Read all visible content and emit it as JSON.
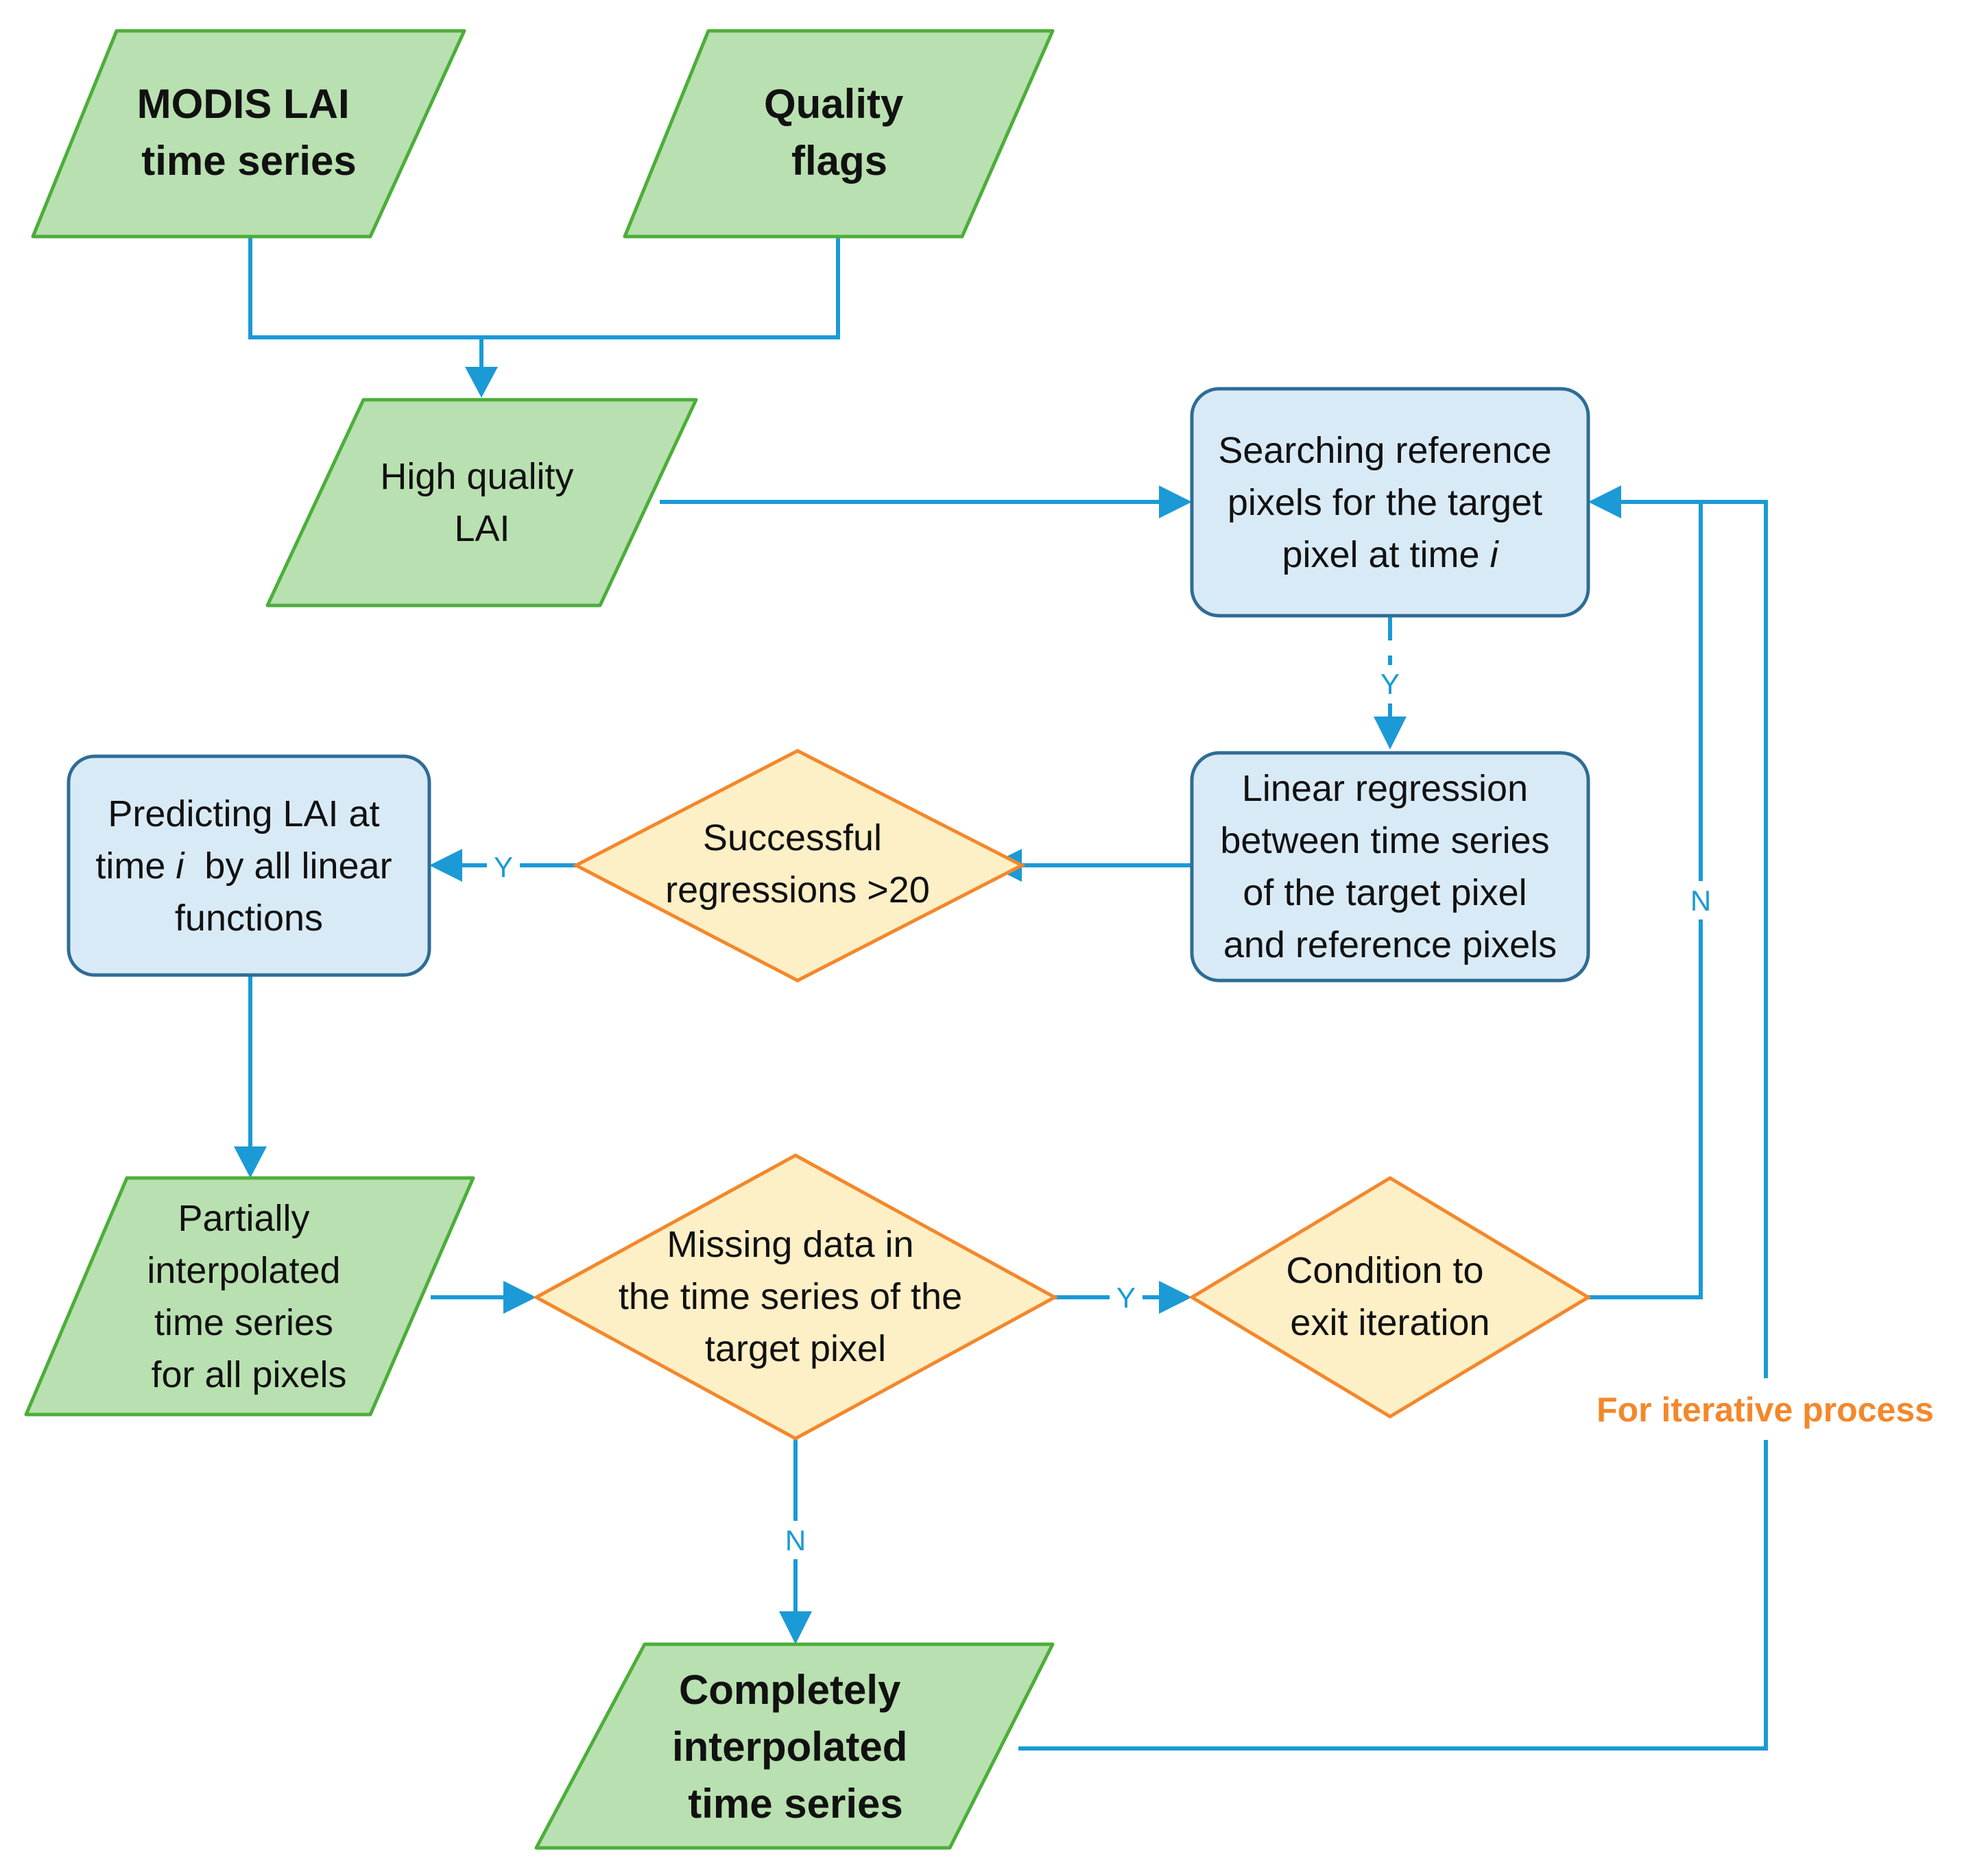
{
  "nodes": {
    "modis": {
      "lines": [
        {
          "t": "MODIS LAI"
        },
        {
          "t": "time series"
        }
      ]
    },
    "flags": {
      "lines": [
        {
          "t": "Quality"
        },
        {
          "t": "flags"
        }
      ]
    },
    "hq": {
      "lines": [
        {
          "t": "High quality"
        },
        {
          "t": "LAI"
        }
      ]
    },
    "search": {
      "lines": [
        {
          "t": "Searching reference"
        },
        {
          "t": "pixels for the target"
        },
        {
          "t": "pixel at time ",
          "it": "i"
        }
      ]
    },
    "linreg": {
      "lines": [
        {
          "t": "Linear regression"
        },
        {
          "t": "between time series"
        },
        {
          "t": "of the target pixel"
        },
        {
          "t": "and reference pixels"
        }
      ]
    },
    "success": {
      "lines": [
        {
          "t": "Successful"
        },
        {
          "t": "regressions >20"
        }
      ]
    },
    "predict": {
      "lines": [
        {
          "t": "Predicting LAI at"
        },
        {
          "t": "time ",
          "it": "i",
          "after": "  by all linear"
        },
        {
          "t": "functions"
        }
      ]
    },
    "partial": {
      "lines": [
        {
          "t": "Partially"
        },
        {
          "t": "interpolated"
        },
        {
          "t": "time series"
        },
        {
          "t": "for all pixels"
        }
      ]
    },
    "missing": {
      "lines": [
        {
          "t": "Missing data in"
        },
        {
          "t": "the time series of the"
        },
        {
          "t": "target pixel"
        }
      ]
    },
    "exit": {
      "lines": [
        {
          "t": "Condition to"
        },
        {
          "t": "exit iteration"
        }
      ]
    },
    "complete": {
      "lines": [
        {
          "t": "Completely"
        },
        {
          "t": "interpolated"
        },
        {
          "t": "time series"
        }
      ]
    }
  },
  "edge_labels": {
    "search_to_linreg": "Y",
    "success_to_predict": "Y",
    "missing_to_exit": "Y",
    "exit_to_search": "N",
    "missing_to_complete": "N"
  },
  "annotation": "For iterative process",
  "colors": {
    "connector": "#1b9ad6",
    "data_fill": "#b9e0b0",
    "data_stroke": "#4cae3a",
    "process_fill": "#d9eaf7",
    "process_stroke": "#2f6c95",
    "decision_fill": "#fdefc6",
    "decision_stroke": "#f4872a",
    "annotation_text": "#f4872a"
  }
}
